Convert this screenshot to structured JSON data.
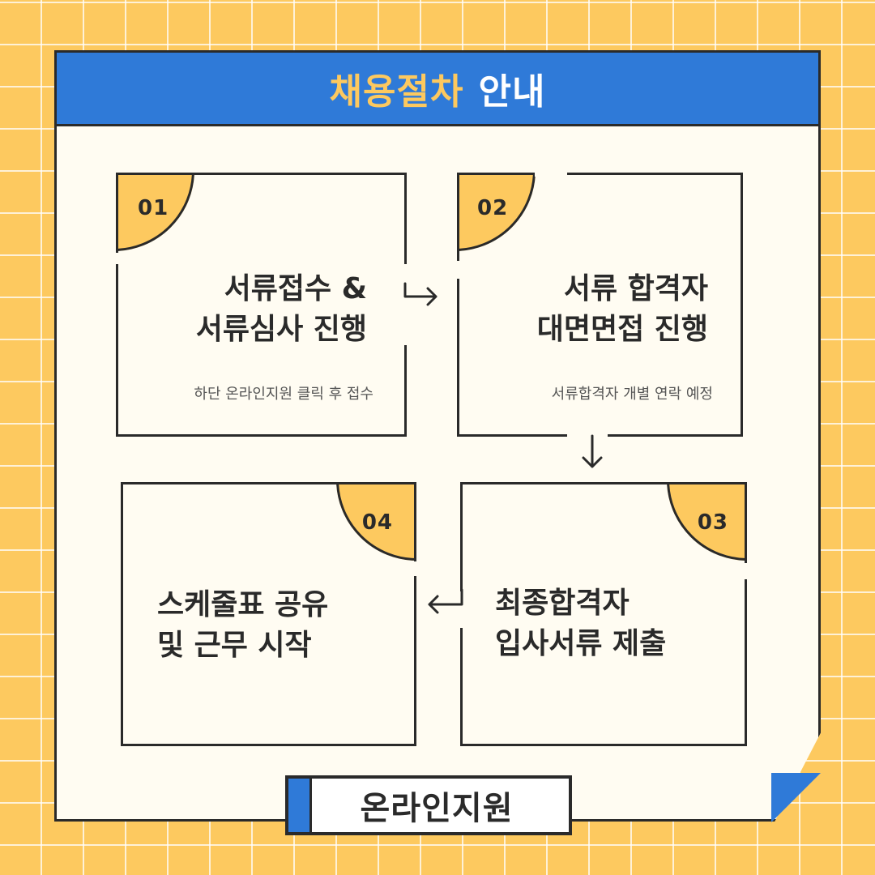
{
  "header": {
    "title_accent": "채용절차",
    "title_rest": "안내"
  },
  "steps": [
    {
      "number": "01",
      "title_line1": "서류접수 &",
      "title_line2": "서류심사 진행",
      "description": "하단 온라인지원 클릭 후 접수"
    },
    {
      "number": "02",
      "title_line1": "서류 합격자",
      "title_line2": "대면면접 진행",
      "description": "서류합격자 개별 연락 예정"
    },
    {
      "number": "03",
      "title_line1": "최종합격자",
      "title_line2": "입사서류 제출",
      "description": ""
    },
    {
      "number": "04",
      "title_line1": "스케줄표 공유",
      "title_line2": "및 근무 시작",
      "description": ""
    }
  ],
  "apply_button": {
    "label": "온라인지원"
  },
  "colors": {
    "yellow": "#fdc95f",
    "blue": "#2f7ad8",
    "ink": "#2a2a2a",
    "paper": "#fffcf2"
  },
  "icons": [
    "arrow-right-icon",
    "arrow-down-icon",
    "arrow-left-icon"
  ]
}
